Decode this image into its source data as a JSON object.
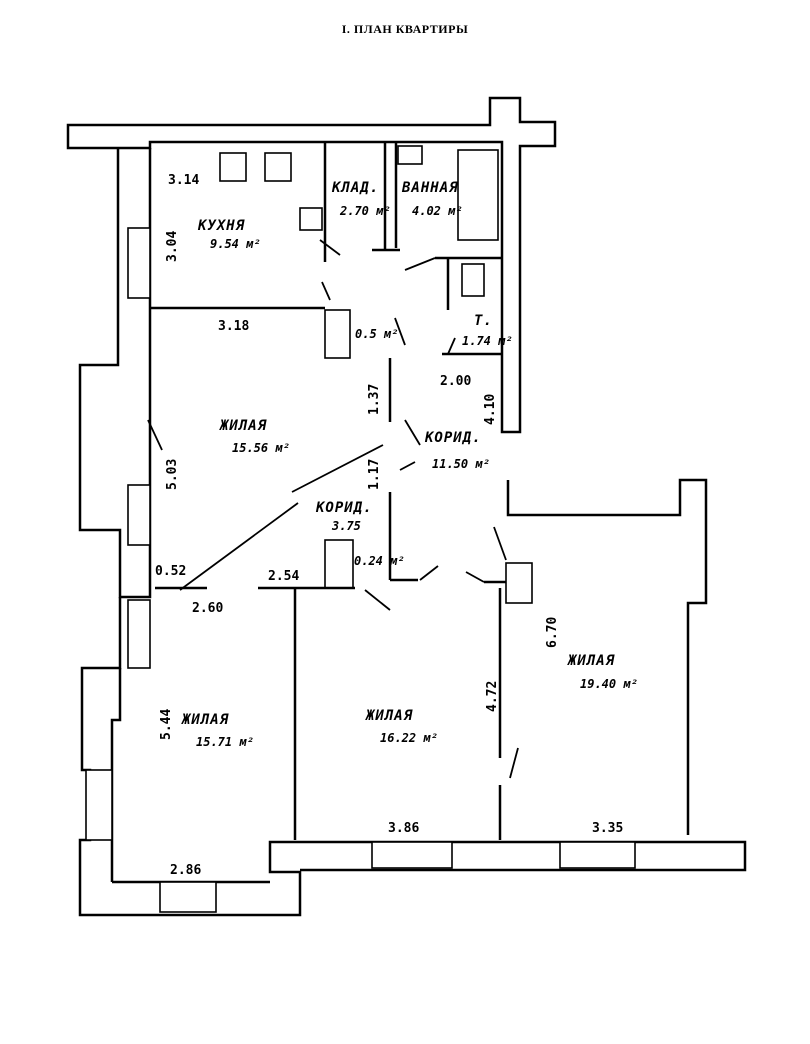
{
  "title": "I. ПЛАН КВАРТИРЫ",
  "rooms": {
    "kitchen": {
      "name": "КУХНЯ",
      "area": "9.54 м²"
    },
    "pantry": {
      "name": "КЛАД.",
      "area": "2.70 м²"
    },
    "bathroom": {
      "name": "ВАННАЯ",
      "area": "4.02 м²"
    },
    "toilet": {
      "name": "Т.",
      "area": "1.74 м²"
    },
    "living1": {
      "name": "ЖИЛАЯ",
      "area": "15.56 м²"
    },
    "corridor1": {
      "name": "КОРИД.",
      "area": "11.50 м²"
    },
    "corridor2": {
      "name": "КОРИД.",
      "area": "3.75"
    },
    "living2": {
      "name": "ЖИЛАЯ",
      "area": "15.71 м²"
    },
    "living3": {
      "name": "ЖИЛАЯ",
      "area": "16.22 м²"
    },
    "living4": {
      "name": "ЖИЛАЯ",
      "area": "19.40 м²"
    },
    "closet1": {
      "name": "",
      "area": "0.5 м²"
    },
    "closet2": {
      "name": "",
      "area": "0.24 м²"
    }
  },
  "dimensions": {
    "d1": "3.14",
    "d2": "3.04",
    "d3": "3.18",
    "d4": "5.03",
    "d5": "0.52",
    "d6": "2.60",
    "d7": "5.44",
    "d8": "2.86",
    "d9": "1.37",
    "d10": "1.17",
    "d11": "2.00",
    "d12": "4.10",
    "d13": "2.54",
    "d14": "3.86",
    "d15": "4.72",
    "d16": "6.70",
    "d17": "3.35"
  }
}
